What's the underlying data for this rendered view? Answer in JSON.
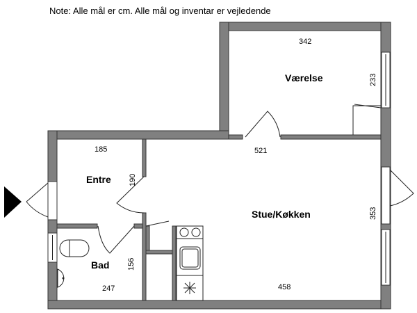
{
  "note": "Note: Alle mål er cm. Alle mål og inventar er vejledende",
  "rooms": {
    "vaerelse": {
      "label": "Værelse",
      "width": "342",
      "depth": "233"
    },
    "entre": {
      "label": "Entre",
      "width": "185",
      "depth": "190"
    },
    "stue": {
      "label": "Stue/Køkken",
      "width": "521",
      "width_bottom": "458",
      "depth": "353"
    },
    "bad": {
      "label": "Bad",
      "width": "247",
      "depth": "156"
    }
  },
  "colors": {
    "wall": "#808080",
    "entrance_marker": "#000000"
  }
}
